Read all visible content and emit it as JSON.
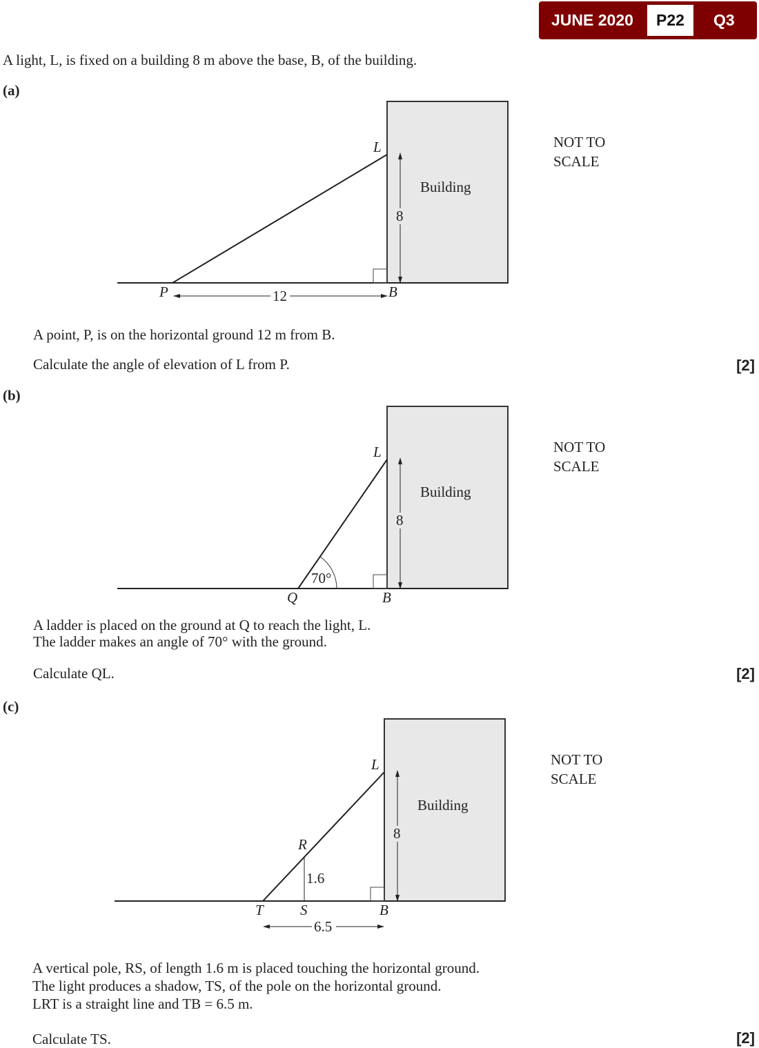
{
  "badge": {
    "session": "JUNE 2020",
    "paper": "P22",
    "question": "Q3"
  },
  "intro": "A light, L, is fixed on a building 8 m above the base, B, of the building.",
  "parts": [
    {
      "label": "(a)",
      "lines": [
        "A point, P, is on the horizontal ground 12 m from B.",
        "Calculate the angle of elevation of L from P."
      ],
      "marks": "[2]",
      "diagram": {
        "building": "Building",
        "note": [
          "NOT TO",
          "SCALE"
        ],
        "labels": {
          "L": "L",
          "P": "P",
          "B": "B",
          "height": "8",
          "dist": "12"
        }
      }
    },
    {
      "label": "(b)",
      "lines": [
        "A ladder is placed on the ground at Q to reach the light, L.",
        "The ladder makes an angle of 70° with the ground.",
        "Calculate QL."
      ],
      "marks": "[2]",
      "diagram": {
        "building": "Building",
        "note": [
          "NOT TO",
          "SCALE"
        ],
        "labels": {
          "L": "L",
          "Q": "Q",
          "B": "B",
          "height": "8",
          "angle": "70°"
        }
      }
    },
    {
      "label": "(c)",
      "lines": [
        "A vertical pole, RS, of length 1.6 m is placed touching the horizontal ground.",
        "The light produces a shadow, TS, of the pole on the horizontal ground.",
        "LRT is a straight line and TB = 6.5 m.",
        "Calculate TS."
      ],
      "marks": "[2]",
      "diagram": {
        "building": "Building",
        "note": [
          "NOT TO",
          "SCALE"
        ],
        "labels": {
          "L": "L",
          "R": "R",
          "T": "T",
          "S": "S",
          "B": "B",
          "height": "8",
          "pole": "1.6",
          "dist": "6.5"
        }
      }
    }
  ]
}
